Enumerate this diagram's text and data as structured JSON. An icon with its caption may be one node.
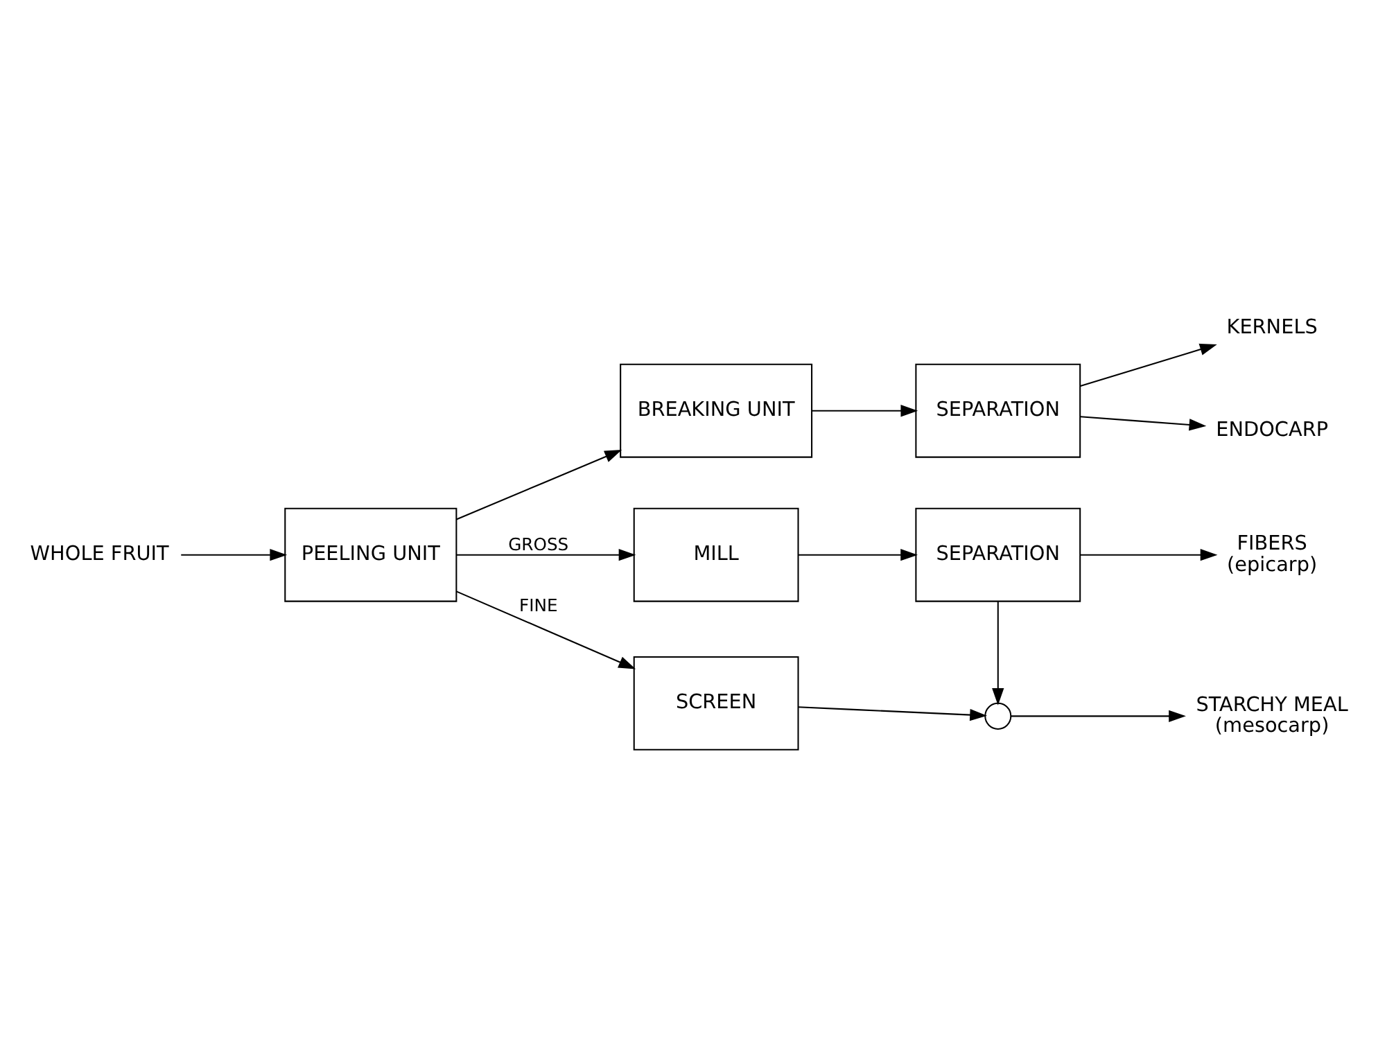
{
  "diagram": {
    "nodes": [
      {
        "text": [
          "WHOLE FRUIT"
        ]
      },
      {
        "text": [
          "PEELING UNIT"
        ]
      },
      {
        "text": [
          "BREAKING UNIT"
        ]
      },
      {
        "text": [
          "SEPARATION"
        ]
      },
      {
        "text": [
          "KERNELS"
        ]
      },
      {
        "text": [
          "ENDOCARP"
        ]
      },
      {
        "text": [
          "MILL"
        ]
      },
      {
        "text": [
          "SEPARATION"
        ]
      },
      {
        "text": [
          "FIBERS",
          "(epicarp)"
        ]
      },
      {
        "text": [
          "SCREEN"
        ]
      },
      {
        "text": [],
        "shape": "circle"
      },
      {
        "text": [
          "STARCHY MEAL",
          "(mesocarp)"
        ]
      }
    ],
    "edges": [
      {
        "from": 0,
        "to": 1,
        "arrow": "to"
      },
      {
        "from": 1,
        "to": 2,
        "arrow": "to"
      },
      {
        "from": 2,
        "to": 3,
        "arrow": "to"
      },
      {
        "from": 3,
        "to": 4,
        "arrow": "to"
      },
      {
        "from": 3,
        "to": 5,
        "arrow": "to"
      },
      {
        "from": 1,
        "to": 6,
        "arrow": "to",
        "label": "GROSS"
      },
      {
        "from": 6,
        "to": 7,
        "arrow": "to"
      },
      {
        "from": 7,
        "to": 8,
        "arrow": "to"
      },
      {
        "from": 1,
        "to": 9,
        "arrow": "to",
        "label": "FINE"
      },
      {
        "from": 7,
        "to": 10,
        "arrow": "to"
      },
      {
        "from": 9,
        "to": 10,
        "arrow": "to"
      },
      {
        "from": 10,
        "to": 11,
        "arrow": "to"
      }
    ]
  }
}
